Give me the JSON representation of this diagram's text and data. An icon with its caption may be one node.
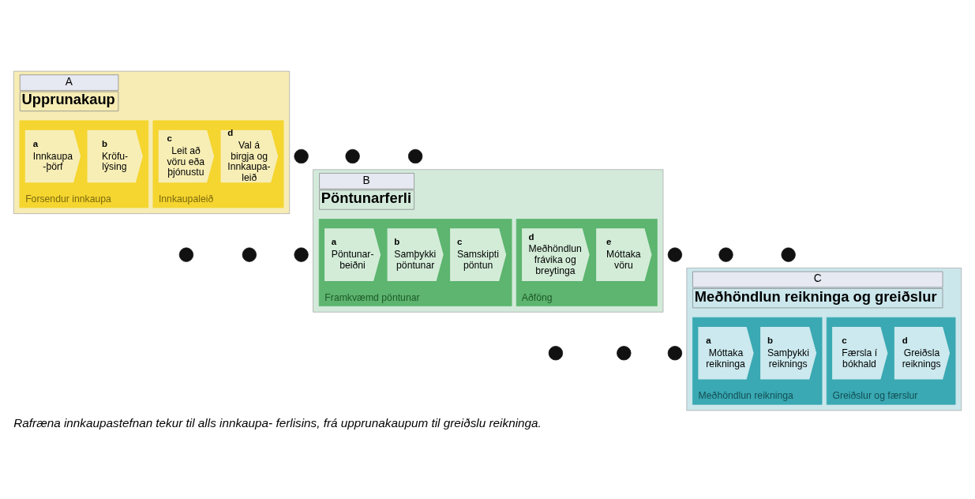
{
  "diagram": {
    "caption": "Rafræna innkaupastefnan tekur til alls innkaupa- ferlisins, frá upprunakaupum til greiðslu reikninga.",
    "nodes": [
      {
        "text": [
          "A",
          "Upprunakaup"
        ]
      },
      {
        "text": [
          "Forsendur innkaupa"
        ],
        "in": 0
      },
      {
        "text": [
          "a",
          "Innkaupa -þörf"
        ],
        "in": 1
      },
      {
        "text": [
          "b",
          "Kröfu- lýsing"
        ],
        "in": 1
      },
      {
        "text": [
          "Innkaupaleið"
        ],
        "in": 0
      },
      {
        "text": [
          "c",
          "Leit að vöru eða þjónustu"
        ],
        "in": 4
      },
      {
        "text": [
          "d",
          "Val á birgja og Innkaupa- leið"
        ],
        "in": 4
      },
      {
        "text": [],
        "shape": "circle"
      },
      {
        "text": [],
        "shape": "circle"
      },
      {
        "text": [],
        "shape": "circle"
      },
      {
        "text": [],
        "shape": "circle"
      },
      {
        "text": [],
        "shape": "circle"
      },
      {
        "text": [],
        "shape": "circle"
      },
      {
        "text": [
          "B",
          "Pöntunarferli"
        ]
      },
      {
        "text": [
          "Framkvæmd pöntunar"
        ],
        "in": 13
      },
      {
        "text": [
          "a",
          "Pöntunar- beiðni"
        ],
        "in": 14
      },
      {
        "text": [
          "b",
          "Samþykki pöntunar"
        ],
        "in": 14
      },
      {
        "text": [
          "c",
          "Samskipti pöntun"
        ],
        "in": 14
      },
      {
        "text": [
          "Aðföng"
        ],
        "in": 13
      },
      {
        "text": [
          "d",
          "Meðhöndlun frávika og breytinga"
        ],
        "in": 18
      },
      {
        "text": [
          "e",
          "Móttaka vöru"
        ],
        "in": 18
      },
      {
        "text": [],
        "shape": "circle"
      },
      {
        "text": [],
        "shape": "circle"
      },
      {
        "text": [],
        "shape": "circle"
      },
      {
        "text": [],
        "shape": "circle"
      },
      {
        "text": [],
        "shape": "circle"
      },
      {
        "text": [],
        "shape": "circle"
      },
      {
        "text": [
          "C",
          "Meðhöndlun reikninga og greiðslur"
        ]
      },
      {
        "text": [
          "Meðhöndlun reikninga"
        ],
        "in": 27
      },
      {
        "text": [
          "a",
          "Móttaka reikninga"
        ],
        "in": 28
      },
      {
        "text": [
          "b",
          "Samþykki reiknings"
        ],
        "in": 28
      },
      {
        "text": [
          "Greiðslur og færslur"
        ],
        "in": 27
      },
      {
        "text": [
          "c",
          "Færsla í bókhald"
        ],
        "in": 31
      },
      {
        "text": [
          "d",
          "Greiðsla reiknings"
        ],
        "in": 31
      }
    ]
  }
}
